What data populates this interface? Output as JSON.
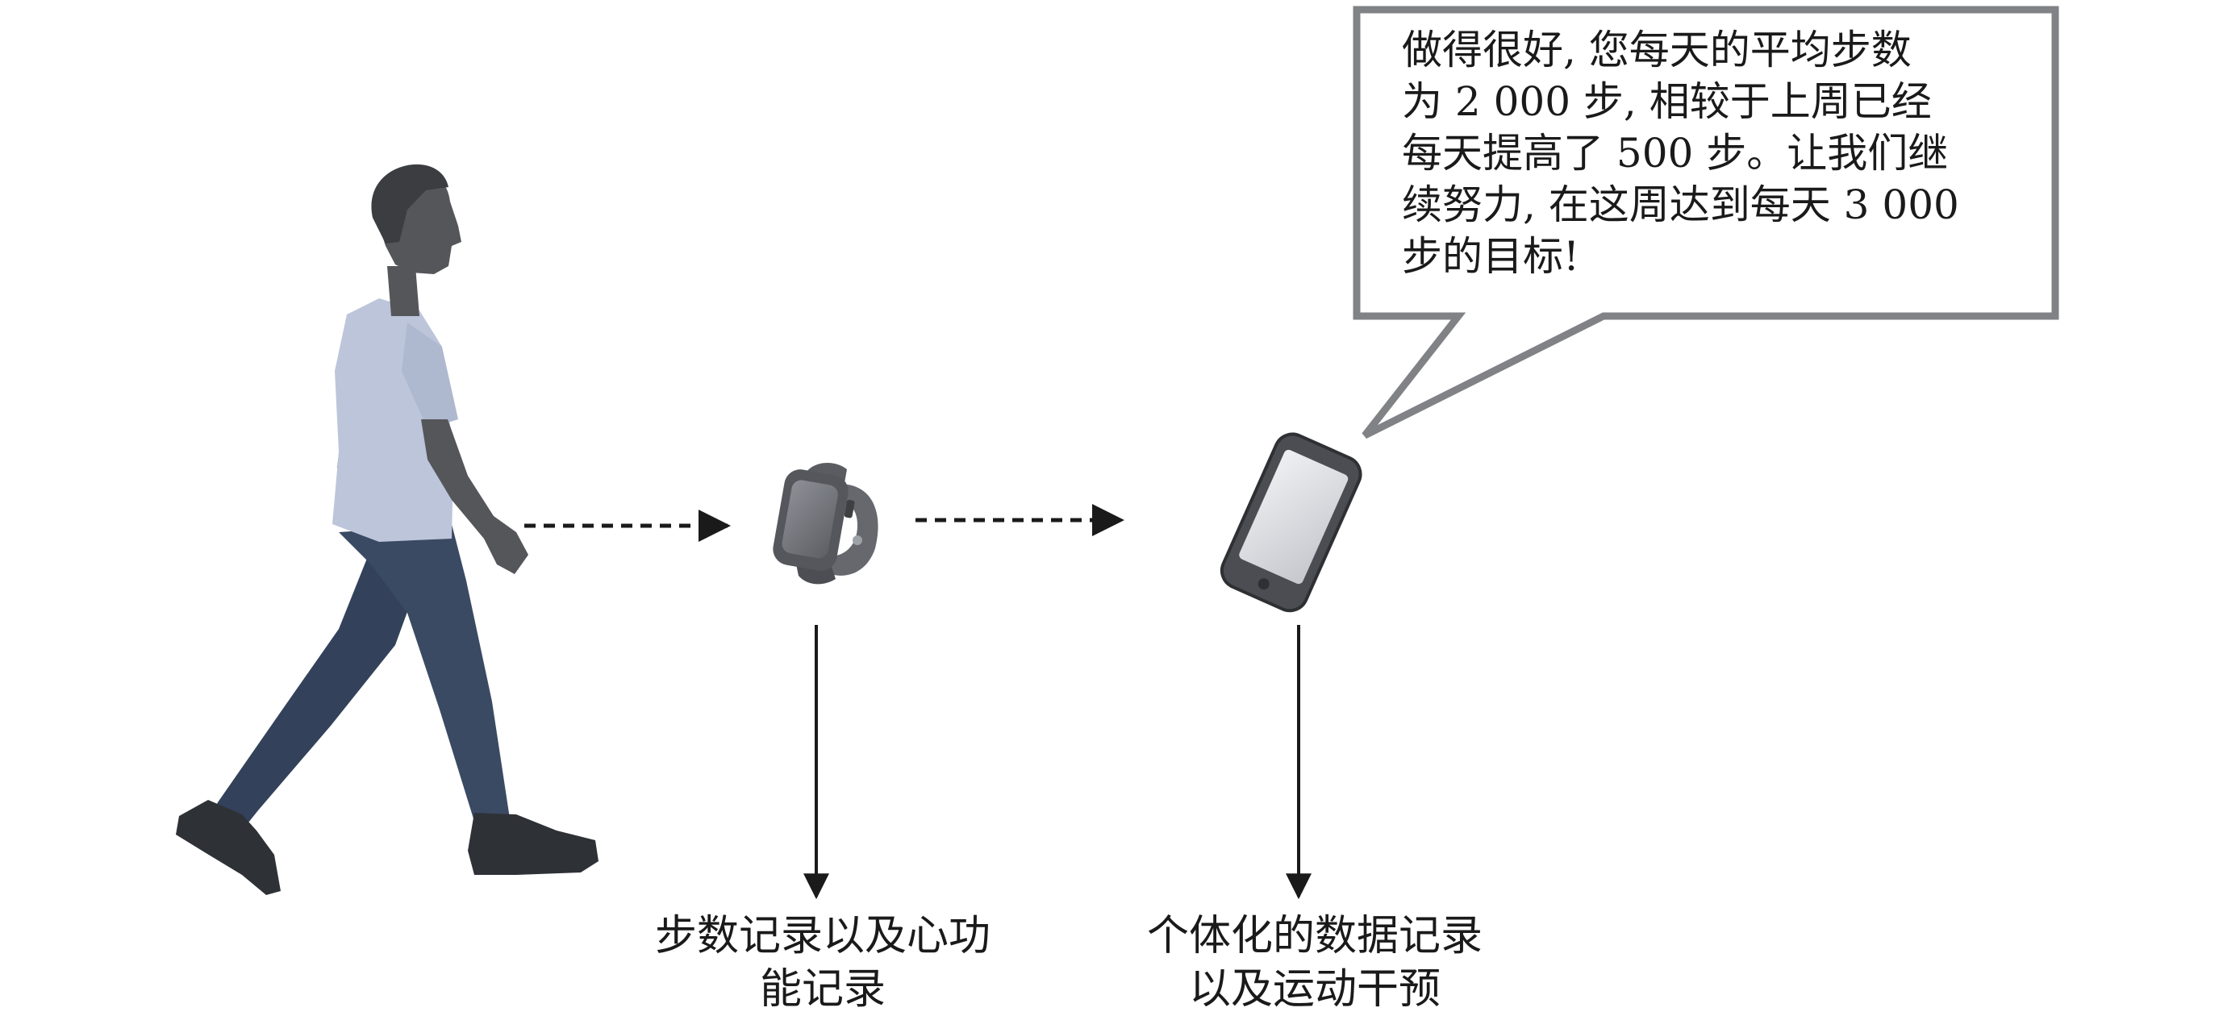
{
  "speech_bubble": {
    "lines": [
      "做得很好, 您每天的平均步数",
      "为 2 000 步, 相较于上周已经",
      "每天提高了 500 步。让我们继",
      "续努力, 在这周达到每天 3 000",
      "步的目标!"
    ]
  },
  "captions": {
    "watch": {
      "lines": [
        "步数记录以及心功",
        "能记录"
      ]
    },
    "phone": {
      "lines": [
        "个体化的数据记录",
        "以及运动干预"
      ]
    }
  },
  "icons": {
    "person": "walking-person-icon",
    "watch": "smartwatch-icon",
    "phone": "smartphone-icon"
  },
  "colors": {
    "skin": "#55565a",
    "shirt": "#bcc5da",
    "pants": "#3b4a63",
    "shoes": "#2e3136",
    "device_body": "#4b4d52",
    "device_screen": "#d5d7db",
    "bubble_border": "#808285",
    "arrow": "#1a1a1a"
  }
}
